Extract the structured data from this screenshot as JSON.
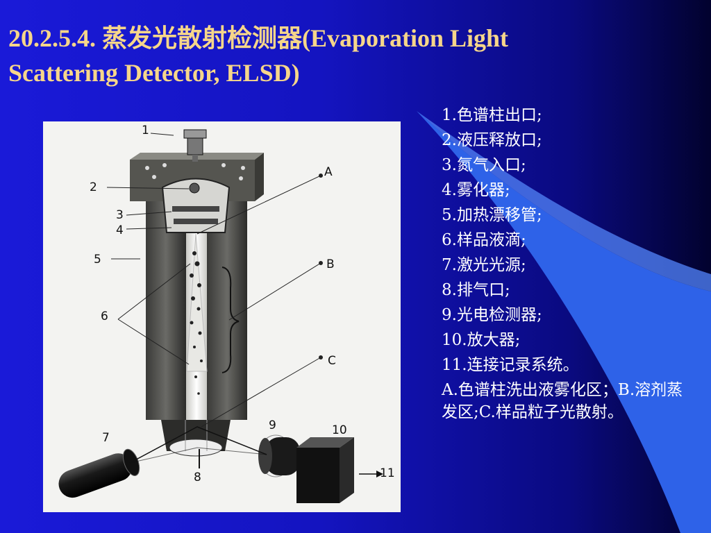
{
  "slide": {
    "title_line1": "20.2.5.4. 蒸发光散射检测器(Evaporation Light",
    "title_line2": "Scattering Detector, ELSD)"
  },
  "figure": {
    "labels": {
      "n1": "1",
      "n2": "2",
      "n3": "3",
      "n4": "4",
      "n5": "5",
      "n6": "6",
      "n7": "7",
      "n8": "8",
      "n9": "9",
      "n10": "10",
      "n11": "11",
      "a": "A",
      "b": "B",
      "c": "C"
    }
  },
  "legend": {
    "items": [
      "1.色谱柱出口;",
      "2.液压释放口;",
      "3.氮气入口;",
      "4.雾化器;",
      "5.加热漂移管;",
      "6.样品液滴;",
      "7.激光光源;",
      "8.排气口;",
      "9.光电检测器;",
      "10.放大器;",
      "11.连接记录系统。"
    ],
    "note": "A.色谱柱洗出液雾化区；B.溶剂蒸发区;C.样品粒子光散射。"
  },
  "colors": {
    "title": "#f6d68a",
    "text": "#ffffff",
    "background_left": "#1a1ad8",
    "background_right": "#02022e",
    "swoosh": "#2e62e8"
  }
}
